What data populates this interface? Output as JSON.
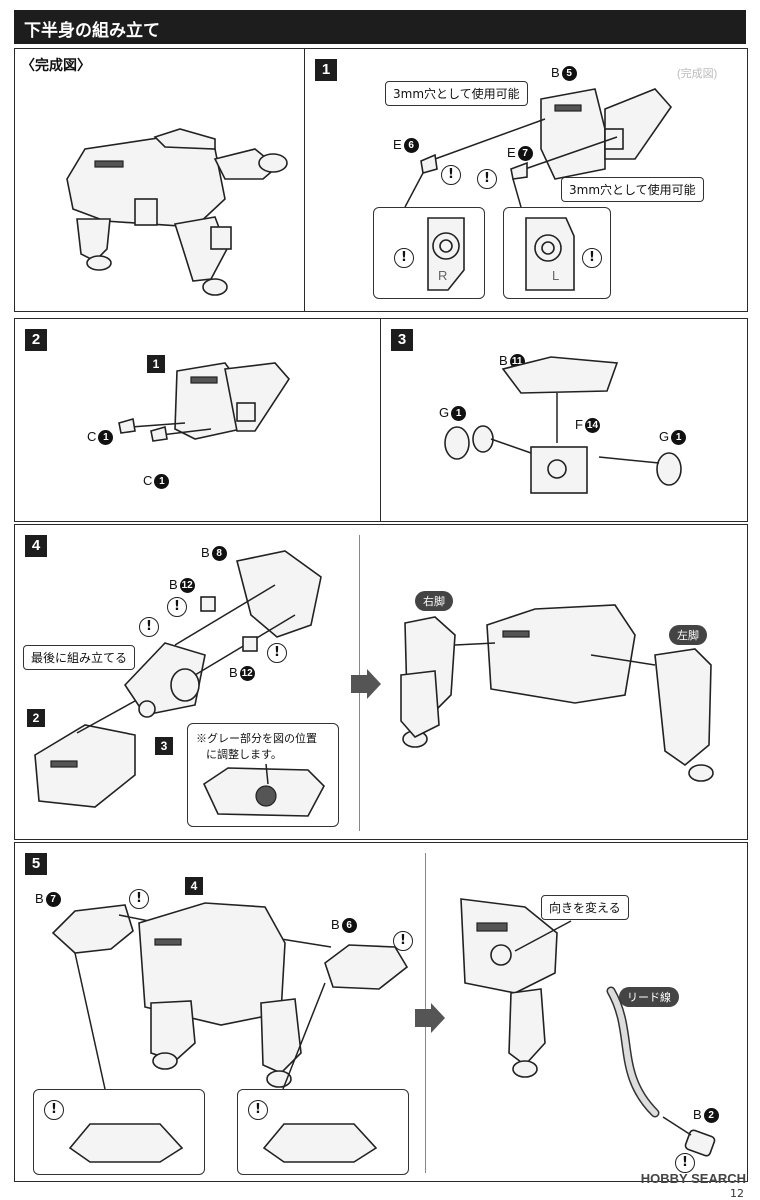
{
  "header": {
    "title": "下半身の組み立て"
  },
  "completed": {
    "label": "〈完成図〉"
  },
  "step1": {
    "number": "1",
    "callout_top": "3mm穴として使用可能",
    "callout_side": "3mm穴として使用可能",
    "part_b": "B",
    "part_b_no": "5",
    "part_e6": "E",
    "part_e6_no": "6",
    "part_e7": "E",
    "part_e7_no": "7",
    "mark_r": "R",
    "mark_l": "L",
    "ghost_text": "(完成図)"
  },
  "step2": {
    "number": "2",
    "ref": "1",
    "part_c_top": "C",
    "part_c_top_no": "1",
    "part_c_bottom": "C",
    "part_c_bottom_no": "1"
  },
  "step3": {
    "number": "3",
    "part_b": "B",
    "part_b_no": "11",
    "part_g_left": "G",
    "part_g_left_no": "1",
    "part_f": "F",
    "part_f_no": "14",
    "part_g_right": "G",
    "part_g_right_no": "1"
  },
  "step4": {
    "number": "4",
    "part_b8": "B",
    "part_b8_no": "8",
    "part_b12_top": "B",
    "part_b12_top_no": "12",
    "part_b12_bottom": "B",
    "part_b12_bottom_no": "12",
    "callout_last": "最後に組み立てる",
    "ref2": "2",
    "ref3": "3",
    "note_line1": "※グレー部分を図の位置",
    "note_line2": "に調整します。",
    "right_leg": "右脚",
    "left_leg": "左脚"
  },
  "step5": {
    "number": "5",
    "ref": "4",
    "part_b7": "B",
    "part_b7_no": "7",
    "part_b6": "B",
    "part_b6_no": "6",
    "callout_direction": "向きを変える",
    "lead_wire": "リード線",
    "part_b2": "B",
    "part_b2_no": "2"
  },
  "warning_symbol": "!",
  "footer": {
    "logo": "HOBBY SEARCH",
    "page": "12"
  }
}
